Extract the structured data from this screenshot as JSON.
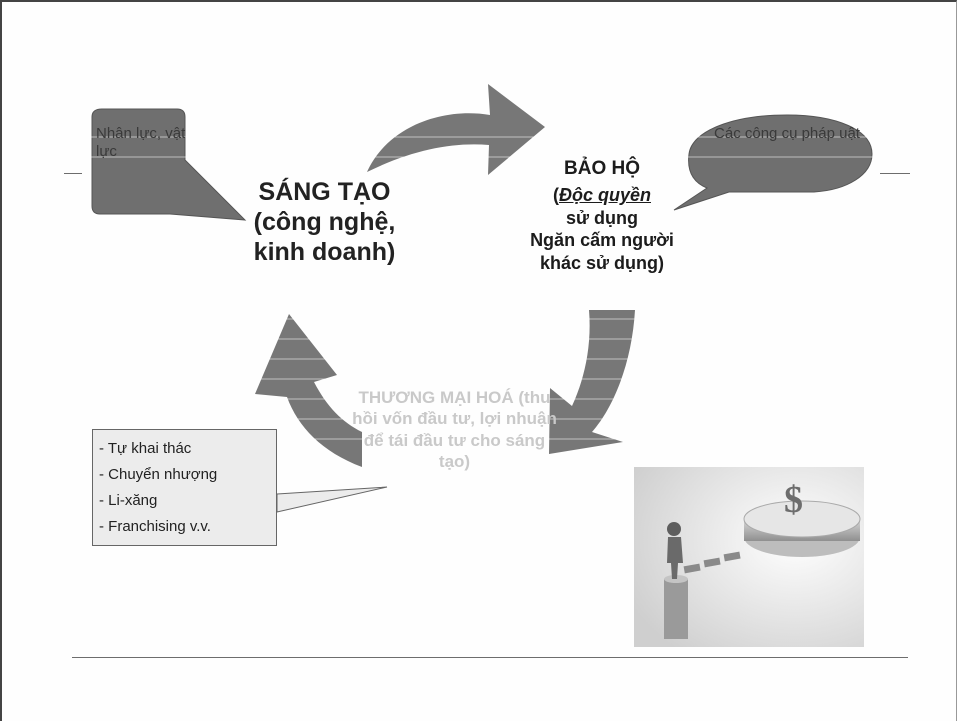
{
  "center_labels": {
    "sang_tao": "SÁNG TẠO (công nghệ, kinh doanh)",
    "bao_ho_title": "BẢO HỘ",
    "bao_ho_open": "(",
    "doc_quyen": "Độc quyền",
    "bao_ho_lines": [
      "sử dụng",
      "Ngăn cấm người",
      "khác sử dụng)"
    ],
    "thuong_mai_hoa": "THƯƠNG MẠI HOÁ (thu hồi vốn đầu tư, lợi nhuận để tái đầu tư cho sáng tạo)"
  },
  "callouts": {
    "nhan_luc": "Nhân lực, vật lực",
    "cac_cong_cu": "Các công cụ pháp uật"
  },
  "commercialization_list": [
    "- Tự khai thác",
    "- Chuyển nhượng",
    "- Li-xăng",
    "- Franchising v.v."
  ],
  "image_symbol": "$",
  "colors": {
    "arrow_fill": "#777777",
    "callout_fill": "#6f6f6f",
    "list_fill": "#ececec",
    "faded_text": "#c9c9c9"
  }
}
